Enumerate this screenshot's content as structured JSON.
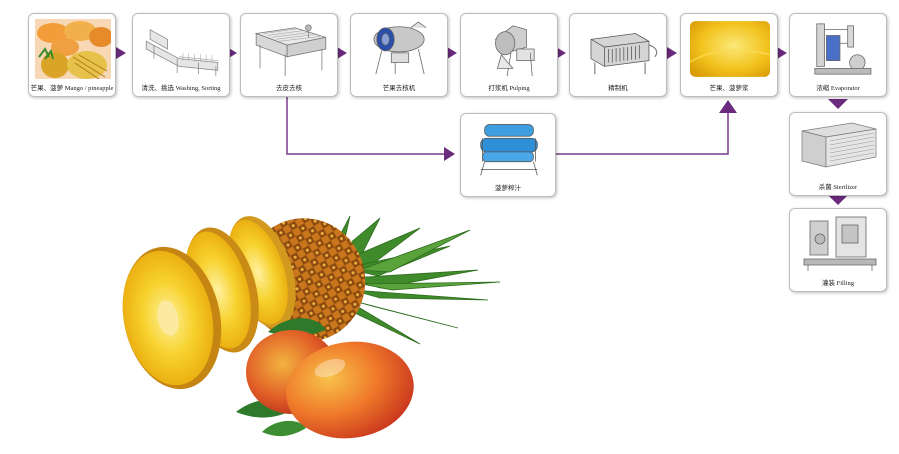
{
  "diagram": {
    "colors": {
      "arrow": "#6b2b7d",
      "connector": "#7a3a8a",
      "node_border": "#bdbdbd"
    },
    "nodes": [
      {
        "id": "n1",
        "label": "芒果、菠萝 Mango / pineapple",
        "icon": "fruit-photo-icon"
      },
      {
        "id": "n2",
        "label": "清洗、挑选 Washing, Sorting",
        "icon": "washing-conveyor-icon"
      },
      {
        "id": "n3",
        "label": "去皮去核",
        "icon": "peeling-machine-icon"
      },
      {
        "id": "n4",
        "label": "芒果去核机",
        "icon": "destoner-icon"
      },
      {
        "id": "n5",
        "label": "打浆机 Pulping",
        "icon": "pulper-icon"
      },
      {
        "id": "n6",
        "label": "精制机",
        "icon": "refiner-icon"
      },
      {
        "id": "n7",
        "label": "芒果、菠萝浆",
        "icon": "puree-icon"
      },
      {
        "id": "n8",
        "label": "浓缩 Evaporator",
        "icon": "evaporator-icon"
      },
      {
        "id": "n9",
        "label": "菠萝榨汁",
        "icon": "belt-press-icon"
      },
      {
        "id": "n10",
        "label": "杀菌 Sterilizer",
        "icon": "sterilizer-icon"
      },
      {
        "id": "n11",
        "label": "灌装 Filling",
        "icon": "aseptic-filler-icon"
      }
    ]
  },
  "hero": {
    "icon": "pineapple-mango-photo-icon"
  }
}
